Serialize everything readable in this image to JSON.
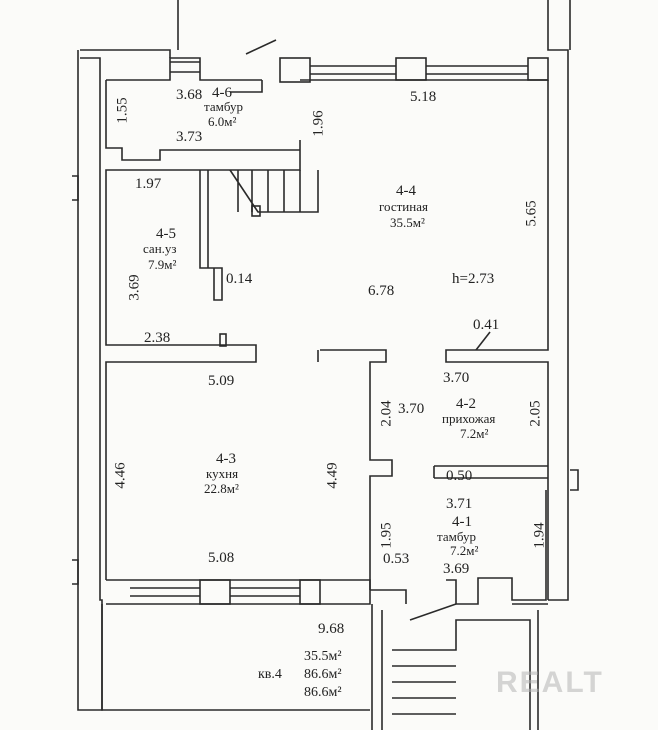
{
  "rooms": {
    "r46": {
      "number": "4-6",
      "name": "тамбур",
      "area": "6.0м²"
    },
    "r44": {
      "number": "4-4",
      "name": "гостиная",
      "area": "35.5м²"
    },
    "r45": {
      "number": "4-5",
      "name": "сан.уз",
      "area": "7.9м²"
    },
    "r42": {
      "number": "4-2",
      "name": "прихожая",
      "area": "7.2м²"
    },
    "r43": {
      "number": "4-3",
      "name": "кухня",
      "area": "22.8м²"
    },
    "r41": {
      "number": "4-1",
      "name": "тамбур",
      "area": "7.2м²"
    }
  },
  "dimensions": {
    "d368": "3.68",
    "d155": "1.55",
    "d373": "3.73",
    "d196": "1.96",
    "d518": "5.18",
    "d197": "1.97",
    "d369": "3.69",
    "d014": "0.14",
    "d238": "2.38",
    "d678": "6.78",
    "d565": "5.65",
    "d041": "0.41",
    "height": "h=2.73",
    "d509": "5.09",
    "d370a": "3.70",
    "d370b": "3.70",
    "d204": "2.04",
    "d205": "2.05",
    "d446": "4.46",
    "d449": "4.49",
    "d050": "0.50",
    "d371": "3.71",
    "d195": "1.95",
    "d194": "1.94",
    "d508": "5.08",
    "d053": "0.53",
    "d369b": "3.69",
    "d968": "9.68"
  },
  "summary": {
    "apartment": "кв.4",
    "living_area": "35.5м²",
    "total_area": "86.6м²",
    "general_area": "86.6м²"
  },
  "watermark": "REALT"
}
